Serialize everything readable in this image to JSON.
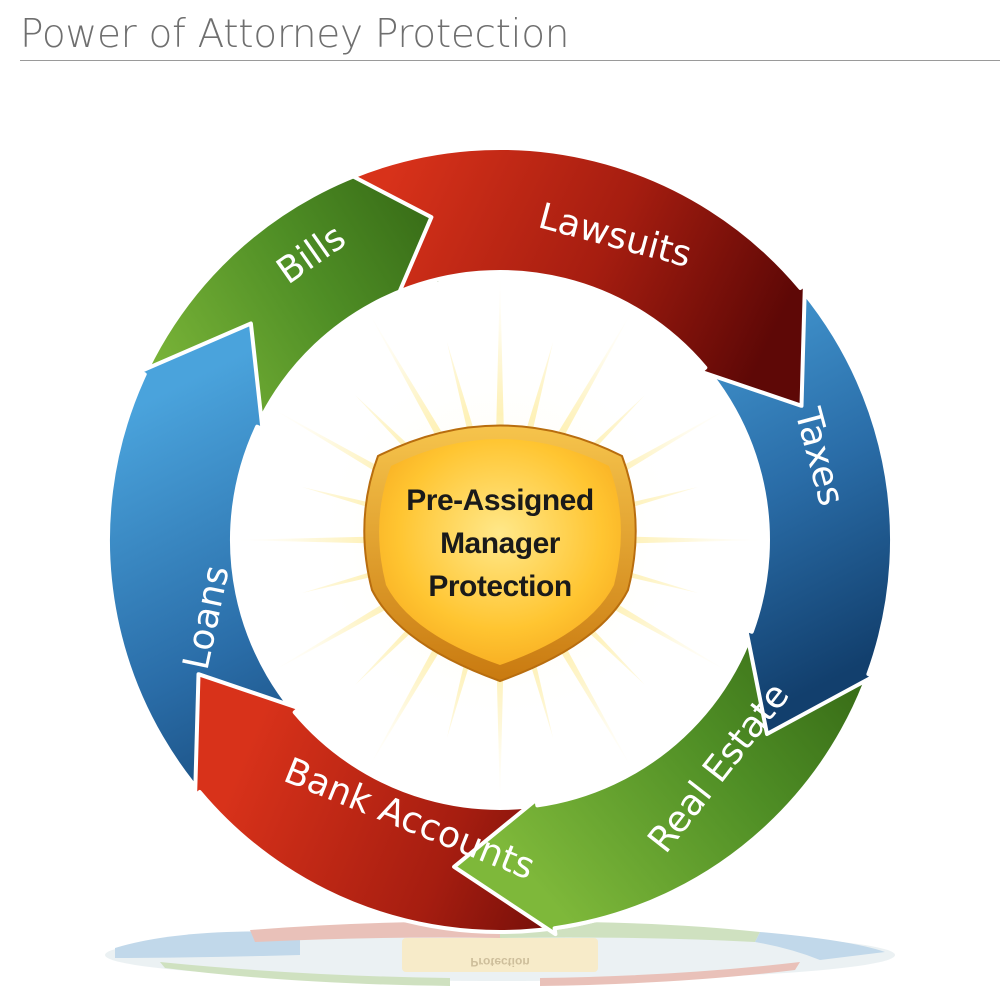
{
  "title": "Power of Attorney Protection",
  "segments": [
    {
      "id": "lawsuits",
      "label": "Lawsuits",
      "color": "#b22612"
    },
    {
      "id": "taxes",
      "label": "Taxes",
      "color": "#2f76b3"
    },
    {
      "id": "real_estate",
      "label": "Real Estate",
      "color": "#4f8a2a"
    },
    {
      "id": "bank_accounts",
      "label": "Bank Accounts",
      "color": "#b22612"
    },
    {
      "id": "loans",
      "label": "Loans",
      "color": "#2f76b3"
    },
    {
      "id": "bills",
      "label": "Bills",
      "color": "#4f8a2a"
    }
  ],
  "center": {
    "lines": [
      "Pre-Assigned",
      "Manager",
      "Protection"
    ],
    "shield_color": "#f5b21b"
  }
}
